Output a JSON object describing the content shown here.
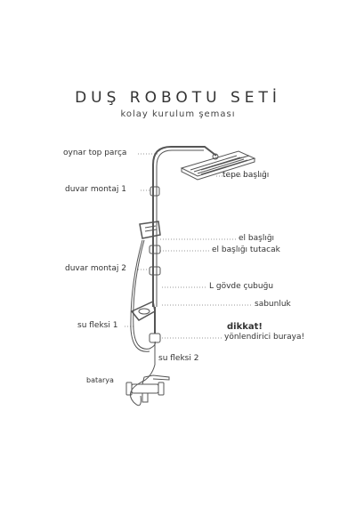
{
  "title": "DUŞ ROBOTU SETİ",
  "subtitle": "kolay kurulum şeması",
  "labels": {
    "oynar_top": "oynar top parça",
    "tepe_basligi": "tepe başlığı",
    "duvar_montaj_1": "duvar montaj 1",
    "el_basligi": "el başlığı",
    "el_basligi_tutacak": "el başlığı tutacak",
    "duvar_montaj_2": "duvar montaj 2",
    "l_govde": "L gövde çubuğu",
    "sabunluk": "sabunluk",
    "su_fleksi_1": "su fleksi 1",
    "dikkat": "dikkat!",
    "yonlendirici": "yönlendirici buraya!",
    "su_fleksi_2": "su fleksi 2",
    "batarya": "batarya"
  }
}
